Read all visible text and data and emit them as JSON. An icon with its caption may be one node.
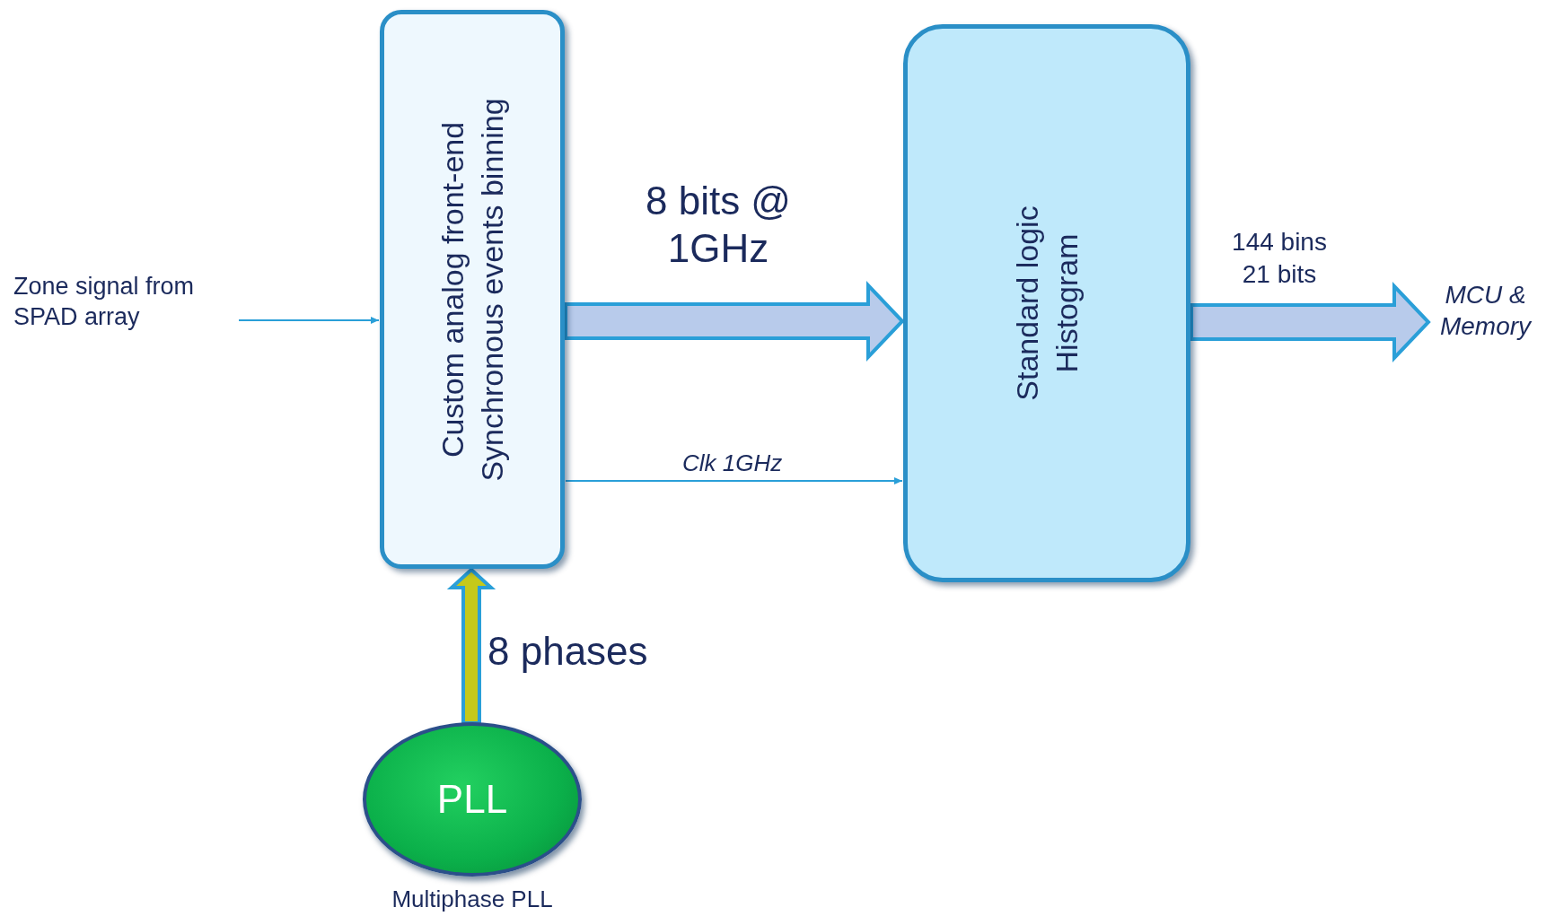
{
  "diagram": {
    "nodes": [
      {
        "text": [
          "Zone signal from SPAD array"
        ]
      },
      {
        "text": [
          "Custom analog front-end",
          "Synchronous events binning"
        ]
      },
      {
        "text": [
          "Standard logic",
          "Histogram"
        ]
      },
      {
        "text": [
          "MCU & Memory"
        ]
      },
      {
        "text": [
          "PLL"
        ],
        "beside": [
          "Multiphase PLL"
        ]
      }
    ],
    "edges": [
      {
        "from": 0,
        "to": 1,
        "arrow": "to"
      },
      {
        "from": 1,
        "to": 2,
        "arrow": "to",
        "label": "8 bits @ 1GHz",
        "style": "thick"
      },
      {
        "from": 1,
        "to": 2,
        "arrow": "to",
        "label": "Clk 1GHz"
      },
      {
        "from": 2,
        "to": 3,
        "arrow": "to",
        "label": "144 bins 21 bits",
        "style": "thick"
      },
      {
        "from": 4,
        "to": 1,
        "arrow": "to",
        "label": "8 phases",
        "style": "thick",
        "color": "#c5c91a"
      }
    ]
  }
}
